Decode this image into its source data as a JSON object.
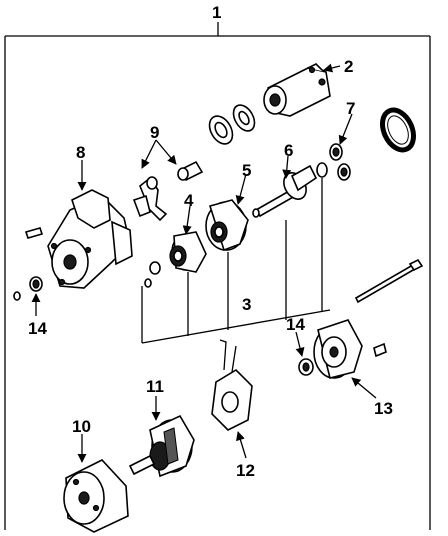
{
  "callouts": {
    "c1": "1",
    "c2": "2",
    "c3": "3",
    "c4": "4",
    "c5": "5",
    "c6": "6",
    "c7": "7",
    "c8": "8",
    "c9": "9",
    "c10": "10",
    "c11": "11",
    "c12": "12",
    "c13": "13",
    "c14a": "14",
    "c14b": "14"
  }
}
